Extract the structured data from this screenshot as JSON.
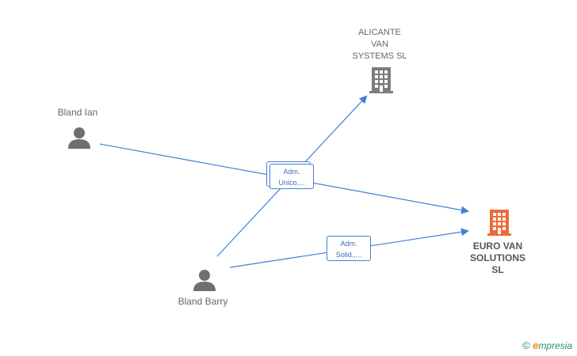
{
  "colors": {
    "edge": "#3f7fd6",
    "person": "#6f6f6f",
    "company": "#7d7d7d",
    "main_company": "#f0683a"
  },
  "nodes": {
    "alicante": {
      "label_lines": [
        "ALICANTE",
        "VAN",
        "SYSTEMS  SL"
      ],
      "icon": "building-icon"
    },
    "euro": {
      "label_lines": [
        "EURO VAN",
        "SOLUTIONS",
        "SL"
      ],
      "icon": "building-icon"
    },
    "ian": {
      "label": "Bland Ian",
      "icon": "person-icon"
    },
    "barry": {
      "label": "Bland Barry",
      "icon": "person-icon"
    }
  },
  "edge_labels": {
    "center": [
      "Adm.",
      "Unico,..."
    ],
    "lower": [
      "Adm.",
      "Solid.,..."
    ]
  },
  "watermark": {
    "symbol": "©",
    "brand_initial": "e",
    "brand_rest": "mpresia"
  }
}
